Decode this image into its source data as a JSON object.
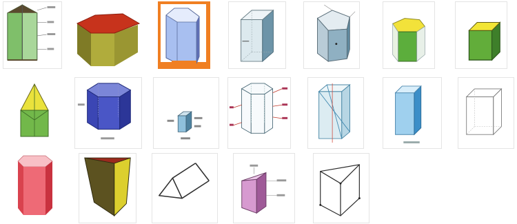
{
  "gallery": {
    "selected_index": 2,
    "items": [
      {
        "name": "triangular-prism-labeled",
        "caption": ""
      },
      {
        "name": "pentagonal-prism-red-top",
        "caption": ""
      },
      {
        "name": "hexagonal-prism-blue",
        "caption": ""
      },
      {
        "name": "rectangular-prism-transparent",
        "caption": ""
      },
      {
        "name": "pentagonal-prism-wireframe",
        "caption": ""
      },
      {
        "name": "pentagonal-prism-yellow-top",
        "caption": ""
      },
      {
        "name": "rectangular-prism-green",
        "caption": ""
      },
      {
        "name": "pentagonal-prism-green-roof",
        "caption": ""
      },
      {
        "name": "hexagonal-prism-dark-blue",
        "caption": ""
      },
      {
        "name": "small-cube-labeled",
        "caption": ""
      },
      {
        "name": "hexagonal-prism-annotated",
        "caption": ""
      },
      {
        "name": "rectangular-prism-diagonals",
        "caption": ""
      },
      {
        "name": "rectangular-prism-light-blue",
        "caption": ""
      },
      {
        "name": "rectangular-prism-outline",
        "caption": ""
      },
      {
        "name": "hexagonal-prism-pink",
        "caption": ""
      },
      {
        "name": "triangular-prism-olive",
        "caption": ""
      },
      {
        "name": "triangular-prism-outline",
        "caption": ""
      },
      {
        "name": "triangular-prism-pink-labeled",
        "caption": ""
      },
      {
        "name": "triangular-prism-outline-labeled",
        "caption": ""
      }
    ]
  },
  "colors": {
    "selected_background": "#f07f22",
    "caption_text": "#8a8a8a"
  }
}
